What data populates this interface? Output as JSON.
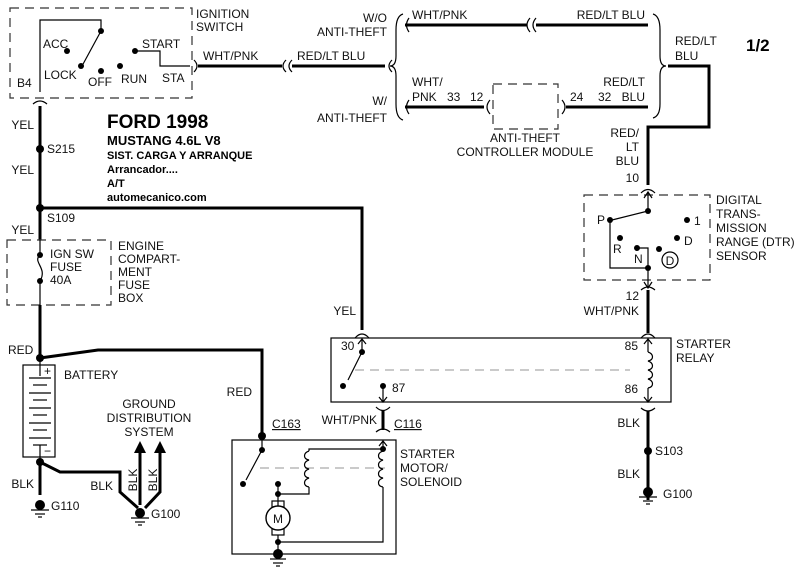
{
  "header": {
    "title": "FORD 1998",
    "model": "MUSTANG  4.6L  V8",
    "system": "SIST. CARGA Y ARRANQUE",
    "subsystem": "Arrancador....",
    "transmission": "A/T",
    "website": "automecanico.com",
    "page": "1/2"
  },
  "ignition_switch": {
    "name": "IGNITION",
    "name2": "SWITCH",
    "positions": [
      "ACC",
      "LOCK",
      "OFF",
      "RUN",
      "START"
    ],
    "terminal_in": "B4",
    "terminal_out": "STA"
  },
  "wires": {
    "yel1": "YEL",
    "yel2": "YEL",
    "yel3": "YEL",
    "yel_relay": "YEL",
    "wht_pnk_sw": "WHT/PNK",
    "red_lt_blu_mid": "RED/LT BLU",
    "wo_wht_pnk": "WHT/PNK",
    "wo_red_lt_blu": "RED/LT BLU",
    "w_wht": "WHT/",
    "w_pnk": "PNK",
    "w_red_lt": "RED/LT",
    "w_blu": "BLU",
    "out_red_lt": "RED/LT",
    "out_blu": "BLU",
    "down_red": "RED/",
    "down_lt": "LT",
    "down_blu": "BLU",
    "dtr_out": "WHT/PNK",
    "red_batt": "RED",
    "red_starter": "RED",
    "wht_pnk_c116": "WHT/PNK",
    "blk_relay": "BLK",
    "blk_s103": "BLK",
    "blk_g110": "BLK",
    "blk_g100": "BLK",
    "blk_up1": "BLK",
    "blk_up2": "BLK"
  },
  "anti_theft": {
    "wo": "W/O",
    "wo2": "ANTI-THEFT",
    "w": "W/",
    "w2": "ANTI-THEFT",
    "pin33": "33",
    "pin12": "12",
    "pin24": "24",
    "pin32": "32",
    "module1": "ANTI-THEFT",
    "module2": "CONTROLLER MODULE"
  },
  "splices": {
    "s215": "S215",
    "s109": "S109",
    "s103": "S103"
  },
  "fuse": {
    "line1": "IGN SW",
    "line2": "FUSE",
    "line3": "40A",
    "box": [
      "ENGINE",
      "COMPART-",
      "MENT",
      "FUSE",
      "BOX"
    ]
  },
  "dtr": {
    "pin_in": "10",
    "pin_out": "12",
    "positions": [
      "P",
      "R",
      "N",
      "D",
      "1"
    ],
    "overdrive": "D",
    "label": [
      "DIGITAL",
      "TRANS-",
      "MISSION",
      "RANGE (DTR)",
      "SENSOR"
    ]
  },
  "relay": {
    "label1": "STARTER",
    "label2": "RELAY",
    "pin30": "30",
    "pin87": "87",
    "pin85": "85",
    "pin86": "86"
  },
  "battery": {
    "label": "BATTERY",
    "plus": "+",
    "minus": "−"
  },
  "ground_dist": [
    "GROUND",
    "DISTRIBUTION",
    "SYSTEM"
  ],
  "starter": {
    "label": [
      "STARTER",
      "MOTOR/",
      "SOLENOID"
    ],
    "motor": "M",
    "c163": "C163",
    "c116": "C116"
  },
  "grounds": {
    "g110": "G110",
    "g100a": "G100",
    "g100b": "G100"
  }
}
